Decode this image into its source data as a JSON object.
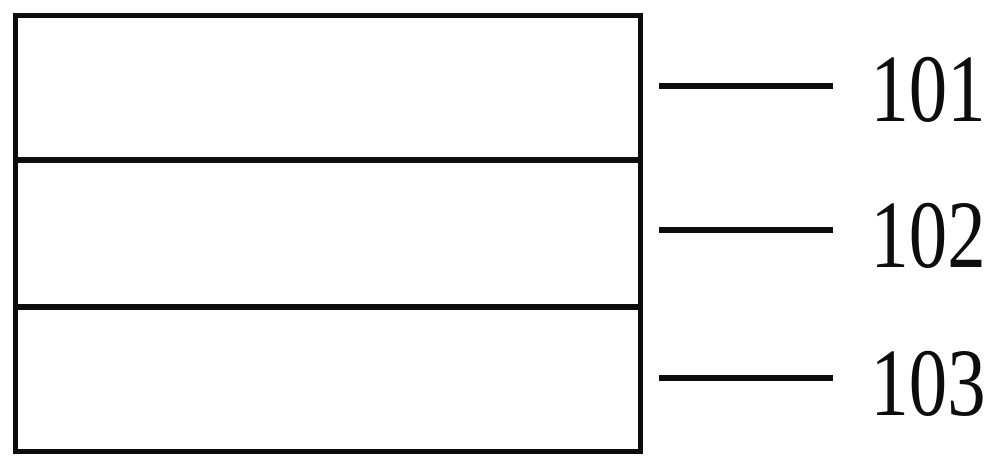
{
  "figure": {
    "type": "layer-stack-diagram",
    "colors": {
      "line": "#0d0d0d",
      "background": "#ffffff"
    },
    "annotations": [
      {
        "label": "101"
      },
      {
        "label": "102"
      },
      {
        "label": "103"
      }
    ]
  }
}
